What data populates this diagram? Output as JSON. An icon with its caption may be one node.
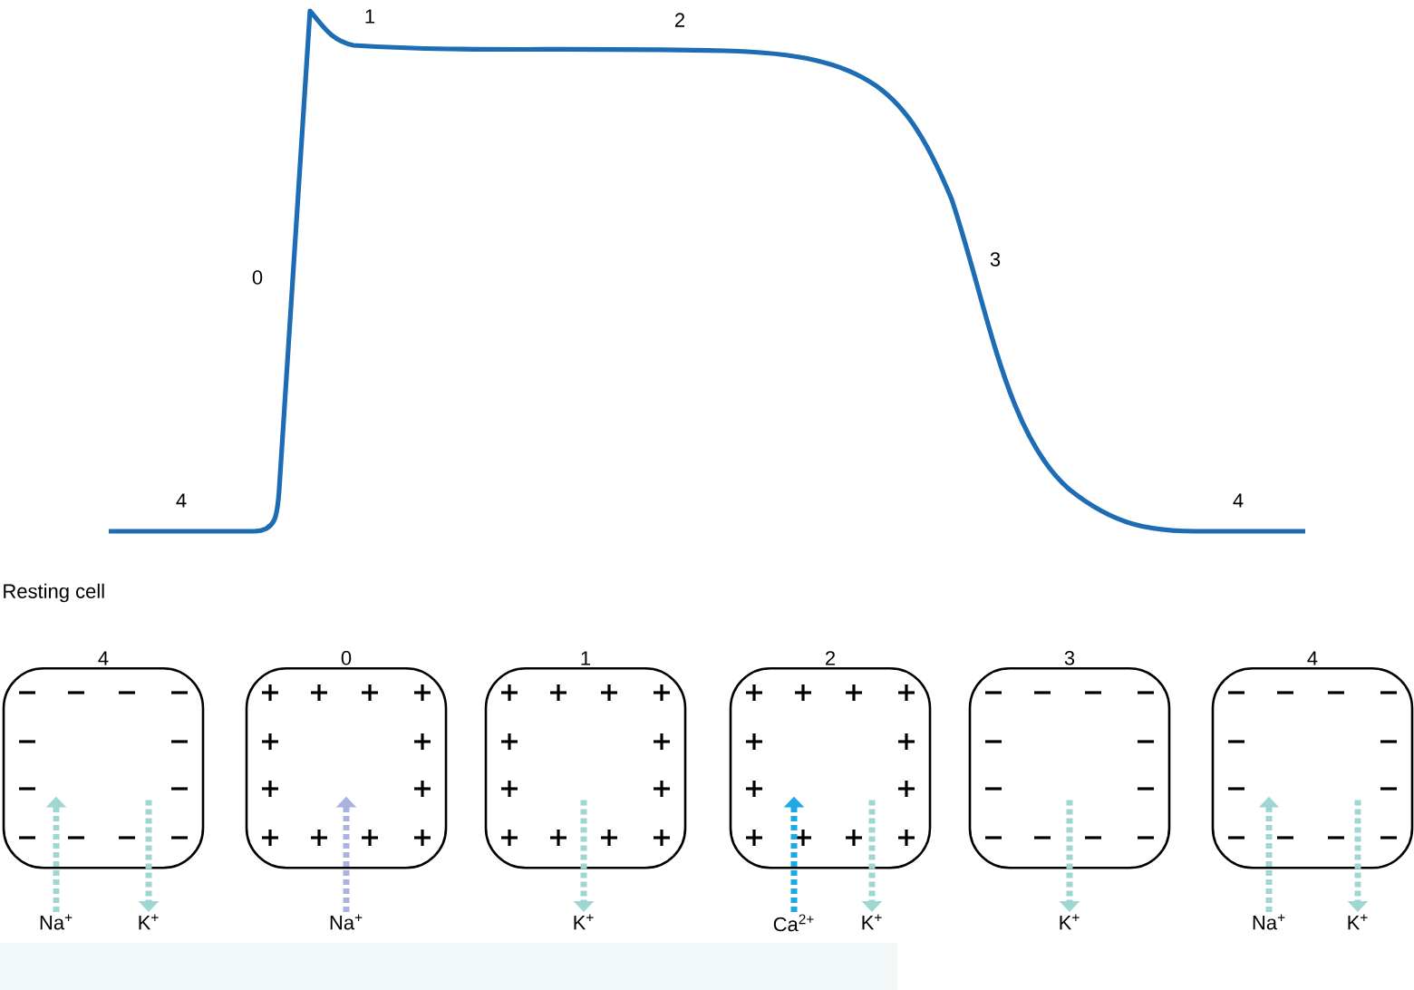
{
  "diagram": {
    "nodes": [
      {
        "text": [
          "4"
        ]
      },
      {
        "text": [
          "0"
        ]
      },
      {
        "text": [
          "1"
        ]
      },
      {
        "text": [
          "2"
        ]
      },
      {
        "text": [
          "3"
        ]
      },
      {
        "text": [
          "4"
        ]
      },
      {
        "text": [
          "Na$^{+}$"
        ]
      },
      {
        "text": [
          "K$^{+}$"
        ]
      },
      {
        "text": [
          "Na$^{+}$"
        ]
      },
      {
        "text": [
          "K$^{+}$"
        ]
      },
      {
        "text": [
          "Ca$^{2+}$"
        ]
      },
      {
        "text": [
          "K$^{+}$"
        ]
      },
      {
        "text": [
          "K$^{+}$"
        ]
      },
      {
        "text": [
          "Na$^{+}$"
        ]
      },
      {
        "text": [
          "K$^{+}$"
        ]
      }
    ],
    "edges": [
      {
        "from": 6,
        "to": 0,
        "arrow": "to",
        "style": "dashed"
      },
      {
        "from": 0,
        "to": 7,
        "arrow": "to",
        "style": "dashed"
      },
      {
        "from": 8,
        "to": 1,
        "arrow": "to",
        "style": "dashed",
        "color": "#a9b3de"
      },
      {
        "from": 2,
        "to": 9,
        "arrow": "to",
        "style": "dashed"
      },
      {
        "from": 10,
        "to": 3,
        "arrow": "to",
        "style": "dashed",
        "color": "#1ea8e4"
      },
      {
        "from": 3,
        "to": 11,
        "arrow": "to",
        "style": "dashed"
      },
      {
        "from": 4,
        "to": 12,
        "arrow": "to",
        "style": "dashed"
      },
      {
        "from": 13,
        "to": 5,
        "arrow": "to",
        "style": "dashed"
      },
      {
        "from": 5,
        "to": 14,
        "arrow": "to",
        "style": "dashed"
      }
    ],
    "labels": [
      "1",
      "2",
      "0",
      "3",
      "4",
      "4",
      "Resting cell"
    ]
  }
}
